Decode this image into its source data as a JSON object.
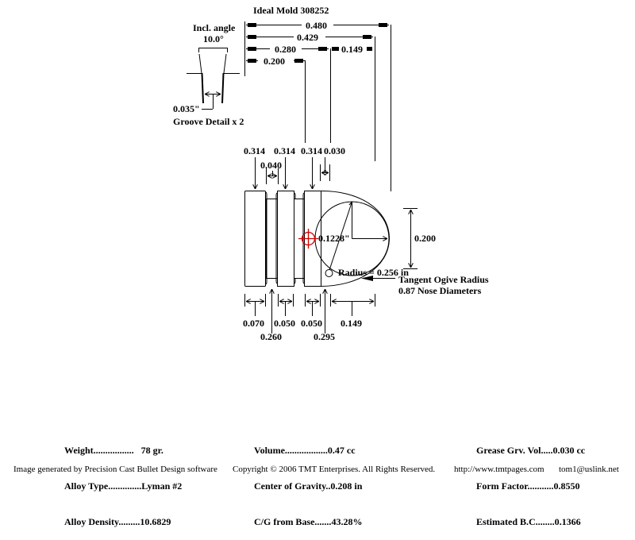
{
  "title": "Ideal Mold   308252",
  "groove_detail": {
    "angle_label": "Incl. angle",
    "angle_value": "10.0°",
    "width_label": "0.035\"",
    "caption": "Groove Detail x 2"
  },
  "top_dims": {
    "d480": "0.480",
    "d429": "0.429",
    "d280": "0.280",
    "d149": "0.149",
    "d200": "0.200"
  },
  "band_dims": {
    "band1": "0.314",
    "band2": "0.314",
    "band3": "0.314",
    "gap": "0.040",
    "bevel": "0.030"
  },
  "nose": {
    "meplat_label": "0.1228\"",
    "radius_label": "Radius = 0.256 in",
    "height_dim": "0.200",
    "ogive_title": "Tangent Ogive Radius",
    "ogive_value": "0.87  Nose Diameters"
  },
  "bottom_dims": {
    "base_band": "0.070",
    "groove1_dia": "0.260",
    "band2_len": "0.050",
    "band3_len": "0.050",
    "groove2_dia": "0.295",
    "nose_len": "0.149"
  },
  "stats": {
    "col1": [
      {
        "label": "Weight.................  ",
        "value": " 78 gr."
      },
      {
        "label": "Alloy Type..............",
        "value": "Lyman #2"
      },
      {
        "label": "Alloy Density.........",
        "value": "10.6829"
      }
    ],
    "col2": [
      {
        "label": "Volume..................",
        "value": "0.47 cc"
      },
      {
        "label": "Center of Gravity..",
        "value": "0.208 in"
      },
      {
        "label": "C/G from Base.......",
        "value": "43.28%"
      }
    ],
    "col3": [
      {
        "label": "Grease Grv. Vol.....",
        "value": "0.030 cc"
      },
      {
        "label": "Form Factor...........",
        "value": "0.8550"
      },
      {
        "label": "Estimated B.C........",
        "value": "0.1366"
      }
    ]
  },
  "footer": {
    "generated": "Image generated by Precision Cast Bullet Design software",
    "copyright": "Copyright © 2006 TMT Enterprises. All Rights Reserved.",
    "url": "http://www.tmtpages.com",
    "email": "tom1@uslink.net"
  },
  "colors": {
    "line": "#000000",
    "cg_marker": "#cc0000"
  }
}
